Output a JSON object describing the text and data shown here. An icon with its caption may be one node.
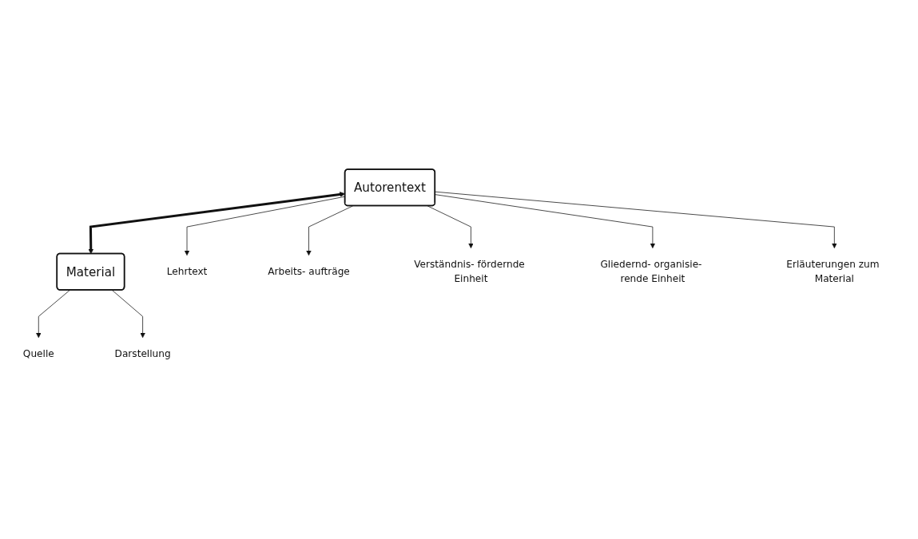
{
  "diagram": {
    "nodes": [
      {
        "text": [
          "Autorentext"
        ]
      },
      {
        "text": [
          "Material"
        ]
      },
      {
        "text": [
          "Lehrtext"
        ]
      },
      {
        "text": [
          "Arbeits- aufträge"
        ]
      },
      {
        "text": [
          "Verständnis- fördernde Einheit"
        ]
      },
      {
        "text": [
          "Gliedernd- organisie- rende Einheit"
        ]
      },
      {
        "text": [
          "Erläuterungen zum Material"
        ]
      },
      {
        "text": [
          "Quelle"
        ]
      },
      {
        "text": [
          "Darstellung"
        ]
      }
    ],
    "edges": [
      {
        "from": 0,
        "to": 1,
        "arrow": "both",
        "style": "thick"
      },
      {
        "from": 0,
        "to": 2,
        "arrow": "to"
      },
      {
        "from": 0,
        "to": 3,
        "arrow": "to"
      },
      {
        "from": 0,
        "to": 4,
        "arrow": "to"
      },
      {
        "from": 0,
        "to": 5,
        "arrow": "to"
      },
      {
        "from": 0,
        "to": 6,
        "arrow": "to"
      },
      {
        "from": 1,
        "to": 7,
        "arrow": "to"
      },
      {
        "from": 1,
        "to": 8,
        "arrow": "to"
      }
    ]
  }
}
